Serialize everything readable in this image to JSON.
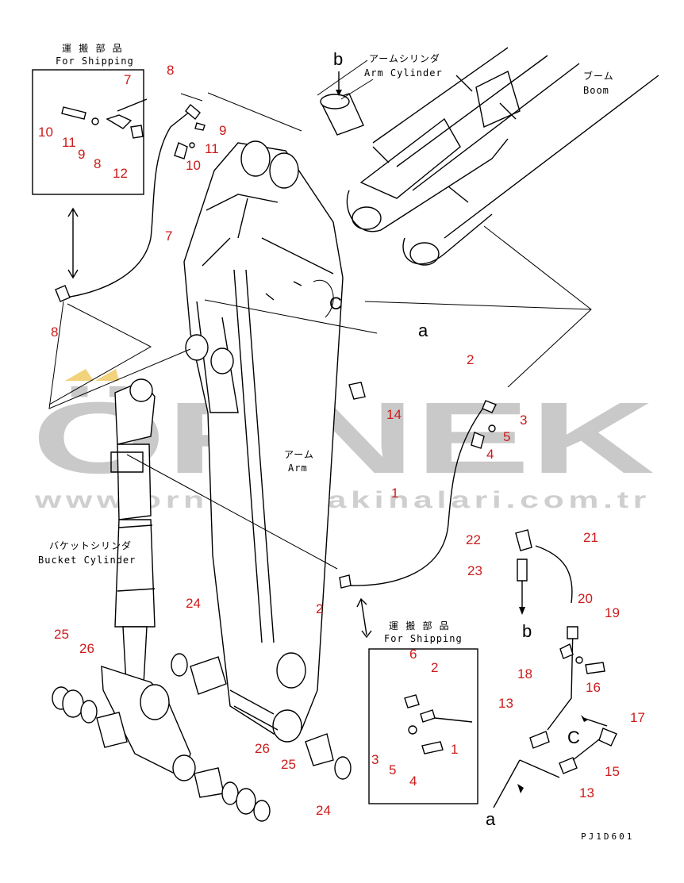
{
  "labels": {
    "arm_cylinder_jp": "アームシリンダ",
    "arm_cylinder_en": "Arm Cylinder",
    "boom_jp": "ブーム",
    "boom_en": "Boom",
    "arm_jp": "アーム",
    "arm_en": "Arm",
    "bucket_cylinder_jp": "バケットシリンダ",
    "bucket_cylinder_en": "Bucket Cylinder",
    "shipping_jp_1": "運 搬 部 品",
    "shipping_en_1": "For Shipping",
    "shipping_jp_2": "運 搬 部 品",
    "shipping_en_2": "For Shipping",
    "view_b_top": "b",
    "view_c_arm": "C",
    "view_a_arm": "a",
    "view_b_bottom": "b",
    "view_c_bottom": "C",
    "view_a_bottom": "a",
    "drawing_code": "PJ1D601"
  },
  "watermark": {
    "brand": "ÖRNEK",
    "url": "www.ornekismakinalari.com.tr",
    "accent_color": "#f2d27a",
    "text_color": "#c9c9c9"
  },
  "callouts": [
    "7",
    "8",
    "10",
    "11",
    "9",
    "8",
    "12",
    "8",
    "9",
    "11",
    "10",
    "7",
    "8",
    "2",
    "3",
    "5",
    "4",
    "14",
    "1",
    "22",
    "21",
    "23",
    "20",
    "19",
    "18",
    "16",
    "17",
    "13",
    "15",
    "13",
    "24",
    "25",
    "26",
    "6",
    "2",
    "3",
    "5",
    "4",
    "1",
    "26",
    "25",
    "24"
  ],
  "colors": {
    "callout": "#cc1b1b",
    "line": "#000000"
  }
}
